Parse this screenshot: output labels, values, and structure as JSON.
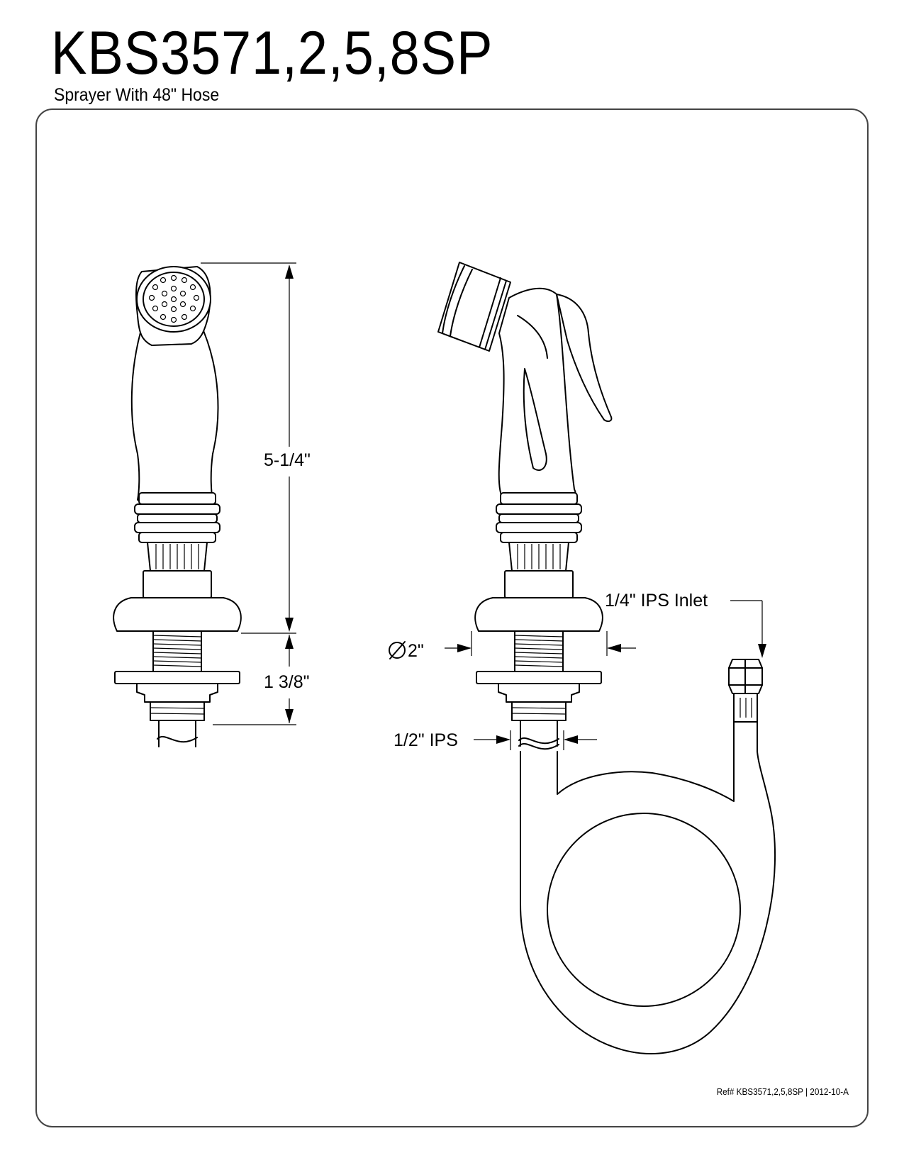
{
  "header": {
    "model": "KBS3571,2,5,8SP",
    "subtitle": "Sprayer With 48\" Hose"
  },
  "dimensions": {
    "height_top": "5-1/4\"",
    "height_bottom": "1 3/8\"",
    "flange_diameter": "2\"",
    "shank_thread": "1/2\" IPS",
    "hose_inlet": "1/4\" IPS Inlet"
  },
  "footer": {
    "ref": "Ref# KBS3571,2,5,8SP | 2012-10-A"
  }
}
